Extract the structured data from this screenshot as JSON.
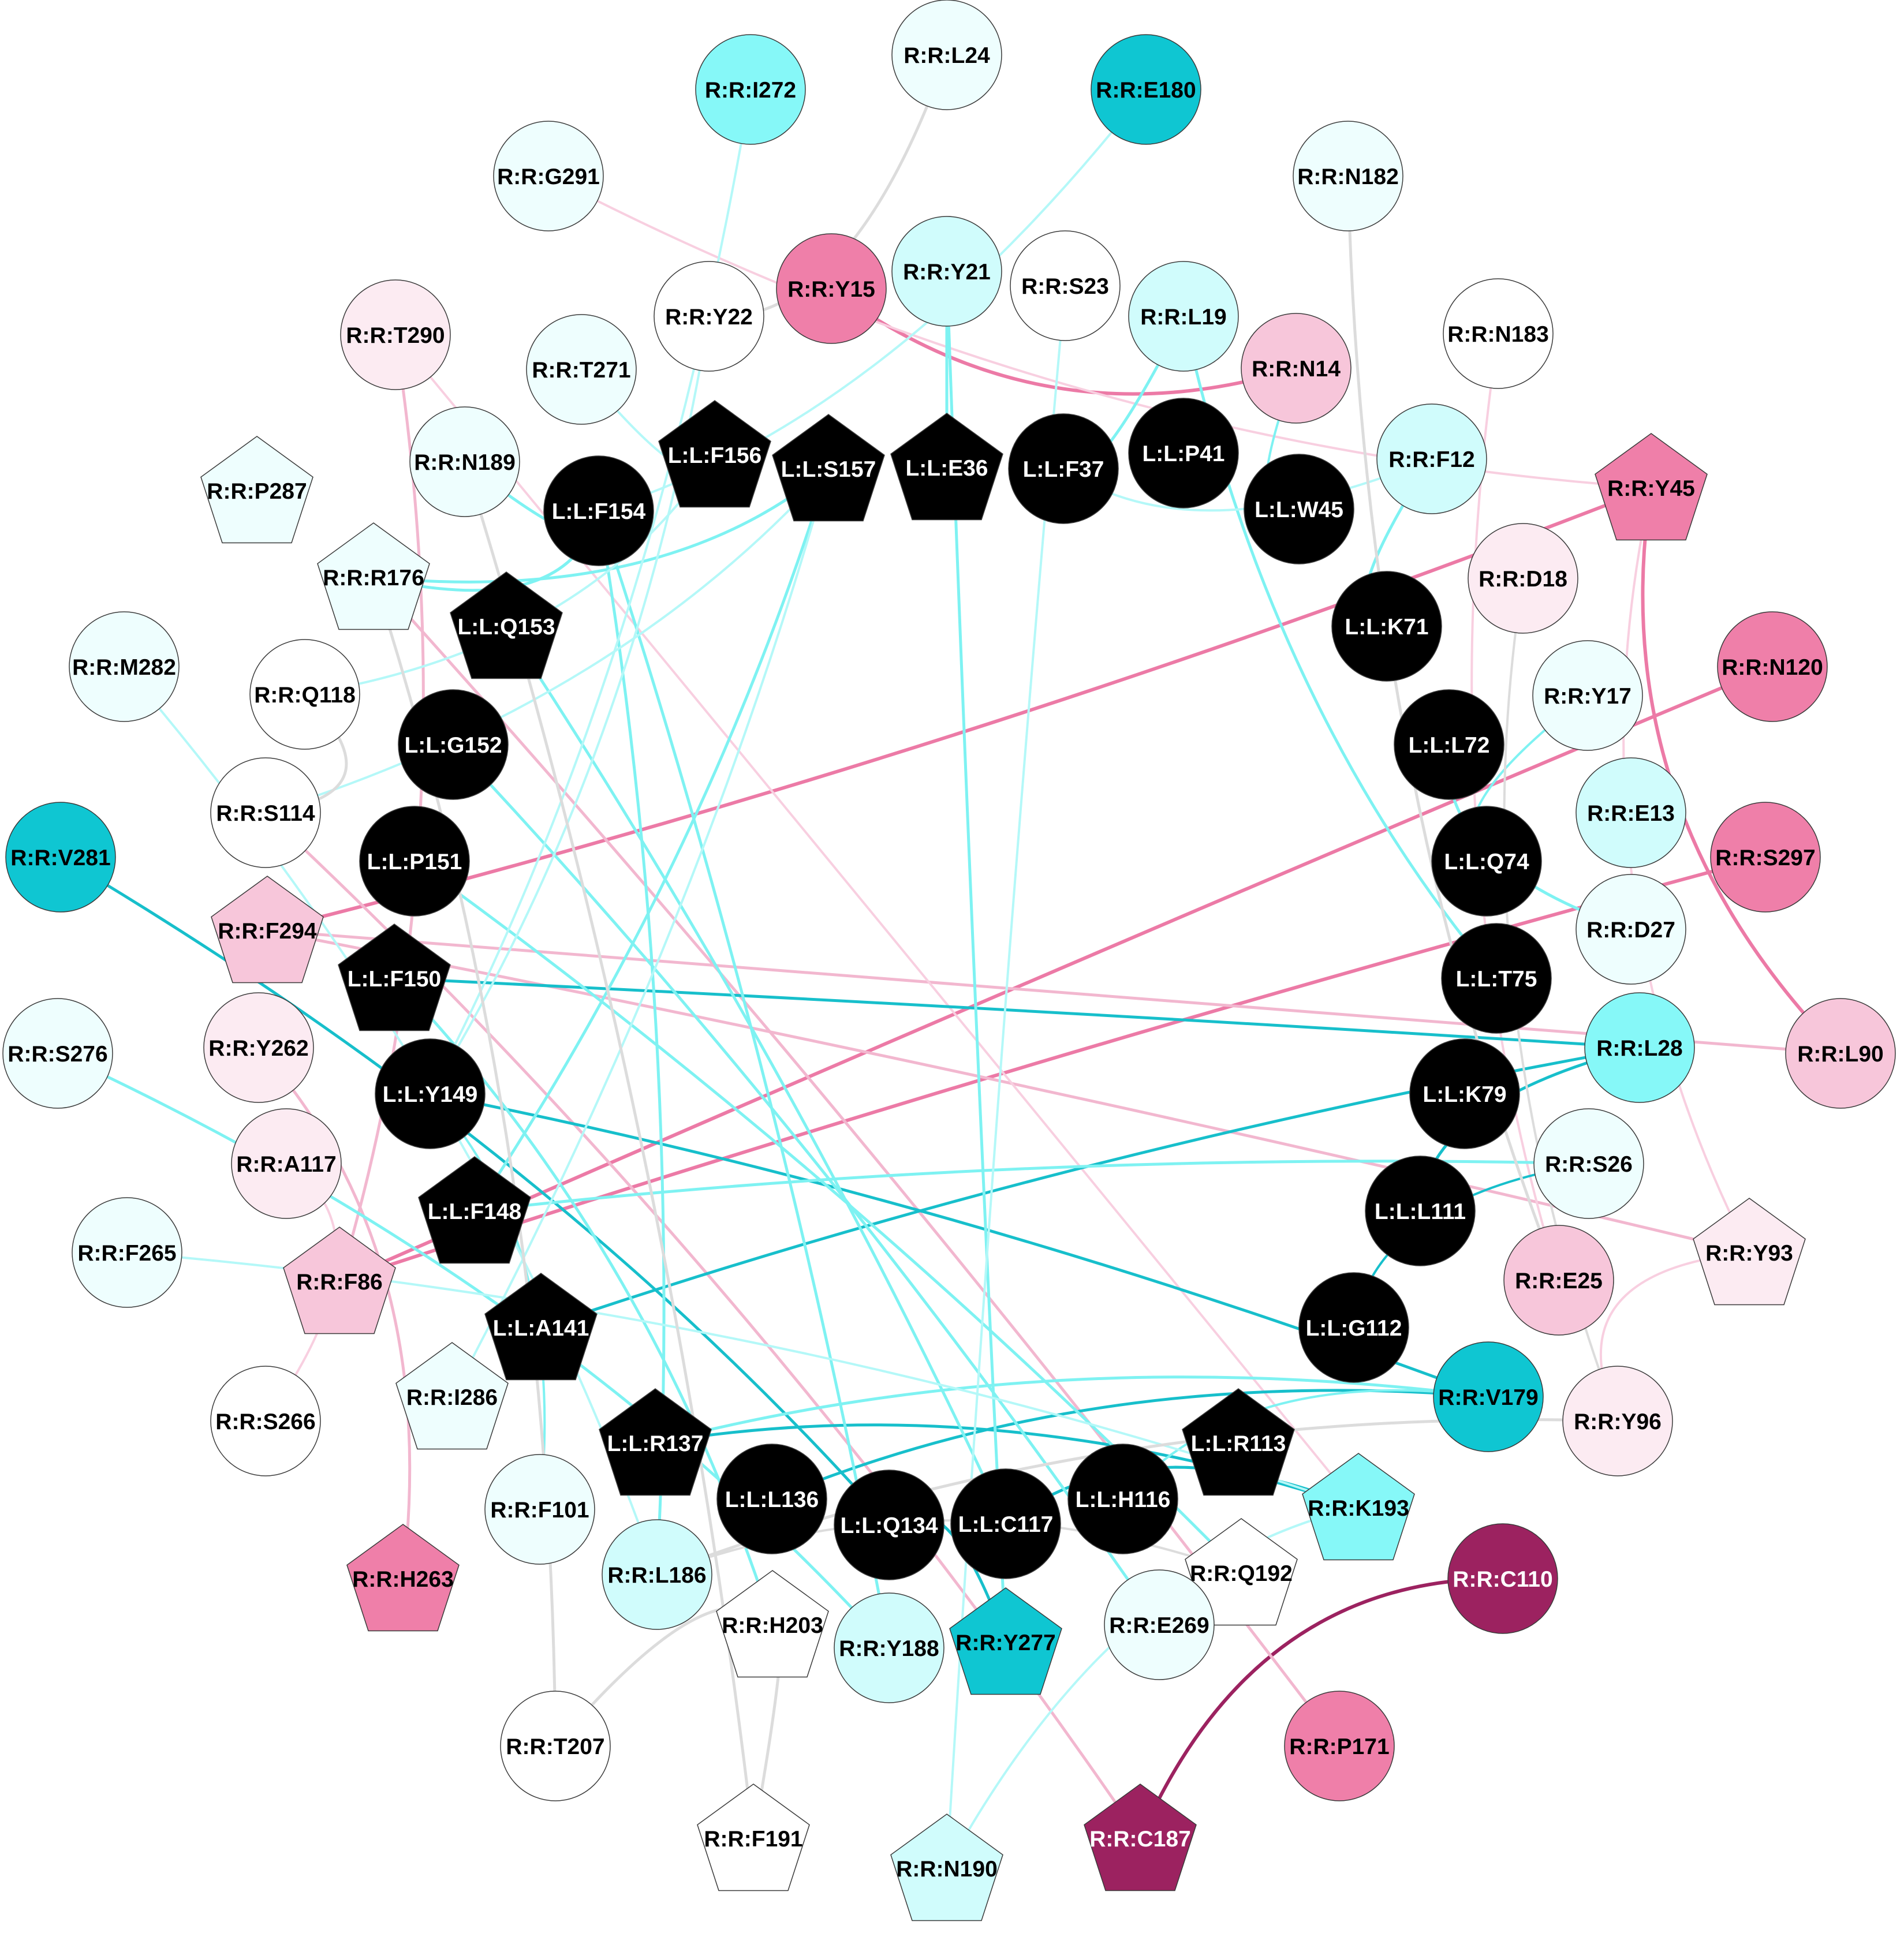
{
  "colors": {
    "black": "#000000",
    "white": "#ffffff",
    "cyan_very_light": "#eefefe",
    "cyan_light": "#d0fcfc",
    "cyan_mid": "#86f8f8",
    "cyan_dark": "#0fc6d2",
    "pink_very_light": "#fcebf2",
    "pink_light": "#f7c6da",
    "pink_mid": "#ef7fa9",
    "pink_dark": "#9c2260",
    "edge_grey": "#dcdcdc",
    "edge_cyan_light": "#b4f8f8",
    "edge_cyan": "#7ef2f2",
    "edge_teal": "#17bfcb",
    "edge_pink_light": "#f8cfe0",
    "edge_pink": "#f2b7cf",
    "edge_hotpink": "#ec7aa6",
    "edge_maroon": "#9c2260"
  },
  "nodes": [
    {
      "id": "L:L:F156",
      "shape": "pentagon",
      "fill": "black"
    },
    {
      "id": "L:L:S157",
      "shape": "pentagon",
      "fill": "black"
    },
    {
      "id": "L:L:E36",
      "shape": "pentagon",
      "fill": "black"
    },
    {
      "id": "L:L:F37",
      "shape": "circle",
      "fill": "black"
    },
    {
      "id": "L:L:P41",
      "shape": "circle",
      "fill": "black"
    },
    {
      "id": "L:L:W45",
      "shape": "circle",
      "fill": "black"
    },
    {
      "id": "L:L:F154",
      "shape": "circle",
      "fill": "black"
    },
    {
      "id": "L:L:Q153",
      "shape": "pentagon",
      "fill": "black"
    },
    {
      "id": "L:L:G152",
      "shape": "circle",
      "fill": "black"
    },
    {
      "id": "L:L:P151",
      "shape": "circle",
      "fill": "black"
    },
    {
      "id": "L:L:F150",
      "shape": "pentagon",
      "fill": "black"
    },
    {
      "id": "L:L:Y149",
      "shape": "circle",
      "fill": "black"
    },
    {
      "id": "L:L:F148",
      "shape": "pentagon",
      "fill": "black"
    },
    {
      "id": "L:L:A141",
      "shape": "pentagon",
      "fill": "black"
    },
    {
      "id": "L:L:R137",
      "shape": "pentagon",
      "fill": "black"
    },
    {
      "id": "L:L:L136",
      "shape": "circle",
      "fill": "black"
    },
    {
      "id": "L:L:Q134",
      "shape": "circle",
      "fill": "black"
    },
    {
      "id": "L:L:C117",
      "shape": "circle",
      "fill": "black"
    },
    {
      "id": "L:L:H116",
      "shape": "circle",
      "fill": "black"
    },
    {
      "id": "L:L:R113",
      "shape": "pentagon",
      "fill": "black"
    },
    {
      "id": "L:L:G112",
      "shape": "circle",
      "fill": "black"
    },
    {
      "id": "L:L:L111",
      "shape": "circle",
      "fill": "black"
    },
    {
      "id": "L:L:K79",
      "shape": "circle",
      "fill": "black"
    },
    {
      "id": "L:L:T75",
      "shape": "circle",
      "fill": "black"
    },
    {
      "id": "L:L:Q74",
      "shape": "circle",
      "fill": "black"
    },
    {
      "id": "L:L:L72",
      "shape": "circle",
      "fill": "black"
    },
    {
      "id": "L:L:K71",
      "shape": "circle",
      "fill": "black"
    },
    {
      "id": "R:R:I272",
      "shape": "circle",
      "fill": "cyan_mid"
    },
    {
      "id": "R:R:L24",
      "shape": "circle",
      "fill": "cyan_very_light"
    },
    {
      "id": "R:R:E180",
      "shape": "circle",
      "fill": "cyan_dark"
    },
    {
      "id": "R:R:G291",
      "shape": "circle",
      "fill": "cyan_very_light"
    },
    {
      "id": "R:R:N182",
      "shape": "circle",
      "fill": "cyan_very_light"
    },
    {
      "id": "R:R:Y22",
      "shape": "circle",
      "fill": "white"
    },
    {
      "id": "R:R:Y15",
      "shape": "circle",
      "fill": "pink_mid"
    },
    {
      "id": "R:R:Y21",
      "shape": "circle",
      "fill": "cyan_light"
    },
    {
      "id": "R:R:S23",
      "shape": "circle",
      "fill": "white"
    },
    {
      "id": "R:R:L19",
      "shape": "circle",
      "fill": "cyan_light"
    },
    {
      "id": "R:R:T290",
      "shape": "circle",
      "fill": "pink_very_light"
    },
    {
      "id": "R:R:T271",
      "shape": "circle",
      "fill": "cyan_very_light"
    },
    {
      "id": "R:R:N14",
      "shape": "circle",
      "fill": "pink_light"
    },
    {
      "id": "R:R:N183",
      "shape": "circle",
      "fill": "white"
    },
    {
      "id": "R:R:N189",
      "shape": "circle",
      "fill": "cyan_very_light"
    },
    {
      "id": "R:R:F12",
      "shape": "circle",
      "fill": "cyan_light"
    },
    {
      "id": "R:R:P287",
      "shape": "pentagon",
      "fill": "cyan_very_light"
    },
    {
      "id": "R:R:Y45",
      "shape": "pentagon",
      "fill": "pink_mid"
    },
    {
      "id": "R:R:R176",
      "shape": "pentagon",
      "fill": "cyan_very_light"
    },
    {
      "id": "R:R:D18",
      "shape": "circle",
      "fill": "pink_very_light"
    },
    {
      "id": "R:R:M282",
      "shape": "circle",
      "fill": "cyan_very_light"
    },
    {
      "id": "R:R:Q118",
      "shape": "circle",
      "fill": "white"
    },
    {
      "id": "R:R:N120",
      "shape": "circle",
      "fill": "pink_mid"
    },
    {
      "id": "R:R:Y17",
      "shape": "circle",
      "fill": "cyan_very_light"
    },
    {
      "id": "R:R:S114",
      "shape": "circle",
      "fill": "white"
    },
    {
      "id": "R:R:E13",
      "shape": "circle",
      "fill": "cyan_light"
    },
    {
      "id": "R:R:V281",
      "shape": "circle",
      "fill": "cyan_dark"
    },
    {
      "id": "R:R:S297",
      "shape": "circle",
      "fill": "pink_mid"
    },
    {
      "id": "R:R:F294",
      "shape": "pentagon",
      "fill": "pink_light"
    },
    {
      "id": "R:R:D27",
      "shape": "circle",
      "fill": "cyan_very_light"
    },
    {
      "id": "R:R:S276",
      "shape": "circle",
      "fill": "cyan_very_light"
    },
    {
      "id": "R:R:Y262",
      "shape": "circle",
      "fill": "pink_very_light"
    },
    {
      "id": "R:R:L28",
      "shape": "circle",
      "fill": "cyan_mid"
    },
    {
      "id": "R:R:L90",
      "shape": "circle",
      "fill": "pink_light"
    },
    {
      "id": "R:R:A117",
      "shape": "circle",
      "fill": "pink_very_light"
    },
    {
      "id": "R:R:S26",
      "shape": "circle",
      "fill": "cyan_very_light"
    },
    {
      "id": "R:R:F265",
      "shape": "circle",
      "fill": "cyan_very_light"
    },
    {
      "id": "R:R:F86",
      "shape": "pentagon",
      "fill": "pink_light"
    },
    {
      "id": "R:R:E25",
      "shape": "circle",
      "fill": "pink_light"
    },
    {
      "id": "R:R:Y93",
      "shape": "pentagon",
      "fill": "pink_very_light"
    },
    {
      "id": "R:R:I286",
      "shape": "pentagon",
      "fill": "cyan_very_light"
    },
    {
      "id": "R:R:V179",
      "shape": "circle",
      "fill": "cyan_dark"
    },
    {
      "id": "R:R:Y96",
      "shape": "circle",
      "fill": "pink_very_light"
    },
    {
      "id": "R:R:S266",
      "shape": "circle",
      "fill": "white"
    },
    {
      "id": "R:R:F101",
      "shape": "circle",
      "fill": "cyan_very_light"
    },
    {
      "id": "R:R:K193",
      "shape": "pentagon",
      "fill": "cyan_mid"
    },
    {
      "id": "R:R:H263",
      "shape": "pentagon",
      "fill": "pink_mid"
    },
    {
      "id": "R:R:L186",
      "shape": "circle",
      "fill": "cyan_light"
    },
    {
      "id": "R:R:Q192",
      "shape": "pentagon",
      "fill": "white"
    },
    {
      "id": "R:R:C110",
      "shape": "circle",
      "fill": "pink_dark"
    },
    {
      "id": "R:R:H203",
      "shape": "pentagon",
      "fill": "white"
    },
    {
      "id": "R:R:Y188",
      "shape": "circle",
      "fill": "cyan_light"
    },
    {
      "id": "R:R:Y277",
      "shape": "pentagon",
      "fill": "cyan_dark"
    },
    {
      "id": "R:R:E269",
      "shape": "circle",
      "fill": "cyan_very_light"
    },
    {
      "id": "R:R:T207",
      "shape": "circle",
      "fill": "white"
    },
    {
      "id": "R:R:P171",
      "shape": "circle",
      "fill": "pink_mid"
    },
    {
      "id": "R:R:F191",
      "shape": "pentagon",
      "fill": "white"
    },
    {
      "id": "R:R:C187",
      "shape": "pentagon",
      "fill": "pink_dark"
    },
    {
      "id": "R:R:N190",
      "shape": "pentagon",
      "fill": "cyan_light"
    }
  ],
  "edges": [
    {
      "a": "R:R:Y15",
      "b": "R:R:N14",
      "color": "edge_hotpink",
      "w": 6
    },
    {
      "a": "R:R:Y45",
      "b": "R:R:F294",
      "color": "edge_hotpink",
      "w": 6
    },
    {
      "a": "R:R:Y45",
      "b": "R:R:L90",
      "color": "edge_hotpink",
      "w": 6
    },
    {
      "a": "R:R:N120",
      "b": "R:R:F86",
      "color": "edge_hotpink",
      "w": 6
    },
    {
      "a": "R:R:S297",
      "b": "R:R:F86",
      "color": "edge_hotpink",
      "w": 6
    },
    {
      "a": "R:R:C110",
      "b": "R:R:C187",
      "color": "edge_maroon",
      "w": 6
    },
    {
      "a": "R:R:T290",
      "b": "R:R:F86",
      "color": "edge_pink",
      "w": 5
    },
    {
      "a": "R:R:Y262",
      "b": "R:R:H263",
      "color": "edge_pink",
      "w": 5
    },
    {
      "a": "R:R:F294",
      "b": "R:R:L90",
      "color": "edge_pink",
      "w": 5
    },
    {
      "a": "R:R:F294",
      "b": "R:R:Y93",
      "color": "edge_pink",
      "w": 5
    },
    {
      "a": "R:R:R176",
      "b": "R:R:P171",
      "color": "edge_pink",
      "w": 5
    },
    {
      "a": "R:R:S114",
      "b": "R:R:C187",
      "color": "edge_pink",
      "w": 5
    },
    {
      "a": "R:R:Y45",
      "b": "R:R:Y93",
      "color": "edge_pink_light",
      "w": 4
    },
    {
      "a": "R:R:G291",
      "b": "R:R:Y45",
      "color": "edge_pink_light",
      "w": 4
    },
    {
      "a": "R:R:T290",
      "b": "R:R:K193",
      "color": "edge_pink_light",
      "w": 4
    },
    {
      "a": "R:R:N183",
      "b": "R:R:E25",
      "color": "edge_pink_light",
      "w": 4
    },
    {
      "a": "R:R:S266",
      "b": "R:R:A117",
      "color": "edge_pink_light",
      "w": 4
    },
    {
      "a": "R:R:Y96",
      "b": "R:R:Y93",
      "color": "edge_pink_light",
      "w": 4
    },
    {
      "a": "R:R:V281",
      "b": "L:L:Q134",
      "color": "edge_teal",
      "w": 5
    },
    {
      "a": "L:L:F150",
      "b": "R:R:L28",
      "color": "edge_teal",
      "w": 5
    },
    {
      "a": "L:L:A141",
      "b": "R:R:L28",
      "color": "edge_teal",
      "w": 5
    },
    {
      "a": "L:L:Y149",
      "b": "R:R:V179",
      "color": "edge_teal",
      "w": 5
    },
    {
      "a": "L:L:L136",
      "b": "R:R:V179",
      "color": "edge_teal",
      "w": 5
    },
    {
      "a": "L:L:R137",
      "b": "R:R:K193",
      "color": "edge_teal",
      "w": 5
    },
    {
      "a": "L:L:Q134",
      "b": "R:R:Y277",
      "color": "edge_teal",
      "w": 5
    },
    {
      "a": "L:L:C117",
      "b": "R:R:K193",
      "color": "edge_teal",
      "w": 5
    },
    {
      "a": "L:L:L111",
      "b": "R:R:L28",
      "color": "edge_teal",
      "w": 5
    },
    {
      "a": "L:L:G112",
      "b": "R:R:S26",
      "color": "edge_teal",
      "w": 4
    },
    {
      "a": "R:R:R176",
      "b": "L:L:F154",
      "color": "edge_cyan",
      "w": 5
    },
    {
      "a": "L:L:F154",
      "b": "R:R:Y188",
      "color": "edge_cyan",
      "w": 5
    },
    {
      "a": "L:L:F154",
      "b": "R:R:L186",
      "color": "edge_cyan",
      "w": 5
    },
    {
      "a": "L:L:S157",
      "b": "R:R:R176",
      "color": "edge_cyan",
      "w": 5
    },
    {
      "a": "L:L:S157",
      "b": "L:L:F148",
      "color": "edge_cyan",
      "w": 5
    },
    {
      "a": "L:L:E36",
      "b": "R:R:Y21",
      "color": "edge_cyan",
      "w": 5
    },
    {
      "a": "R:R:Y21",
      "b": "R:R:Y277",
      "color": "edge_cyan",
      "w": 5
    },
    {
      "a": "R:R:L19",
      "b": "L:L:F37",
      "color": "edge_cyan",
      "w": 5
    },
    {
      "a": "L:L:W45",
      "b": "R:R:N14",
      "color": "edge_cyan",
      "w": 4
    },
    {
      "a": "R:R:F12",
      "b": "L:L:K71",
      "color": "edge_cyan",
      "w": 5
    },
    {
      "a": "L:L:L72",
      "b": "R:R:D27",
      "color": "edge_cyan",
      "w": 5
    },
    {
      "a": "R:R:L19",
      "b": "L:L:T75",
      "color": "edge_cyan",
      "w": 5
    },
    {
      "a": "R:R:Y17",
      "b": "L:L:Q74",
      "color": "edge_cyan",
      "w": 4
    },
    {
      "a": "L:L:F148",
      "b": "R:R:S26",
      "color": "edge_cyan",
      "w": 5
    },
    {
      "a": "L:L:Q153",
      "b": "L:L:C117",
      "color": "edge_cyan",
      "w": 5
    },
    {
      "a": "L:L:G152",
      "b": "R:R:E269",
      "color": "edge_cyan",
      "w": 5
    },
    {
      "a": "L:L:P151",
      "b": "R:R:Q192",
      "color": "edge_cyan",
      "w": 5
    },
    {
      "a": "L:L:F150",
      "b": "R:R:H203",
      "color": "edge_cyan",
      "w": 5
    },
    {
      "a": "R:R:S276",
      "b": "R:R:Y188",
      "color": "edge_cyan",
      "w": 5
    },
    {
      "a": "R:R:N189",
      "b": "L:L:F154",
      "color": "edge_cyan",
      "w": 5
    },
    {
      "a": "L:L:R137",
      "b": "R:R:V179",
      "color": "edge_cyan",
      "w": 5
    },
    {
      "a": "L:L:H116",
      "b": "R:R:V179",
      "color": "edge_cyan",
      "w": 4
    },
    {
      "a": "R:R:F101",
      "b": "L:L:Y149",
      "color": "edge_cyan",
      "w": 4
    },
    {
      "a": "R:R:E180",
      "b": "L:L:F154",
      "color": "edge_cyan_light",
      "w": 4
    },
    {
      "a": "R:R:I272",
      "b": "L:L:Y149",
      "color": "edge_cyan_light",
      "w": 4
    },
    {
      "a": "R:R:M282",
      "b": "R:R:L186",
      "color": "edge_cyan_light",
      "w": 4
    },
    {
      "a": "R:R:F265",
      "b": "R:R:K193",
      "color": "edge_cyan_light",
      "w": 4
    },
    {
      "a": "R:R:I286",
      "b": "L:L:S157",
      "color": "edge_cyan_light",
      "w": 4
    },
    {
      "a": "R:R:T271",
      "b": "L:L:F156",
      "color": "edge_cyan_light",
      "w": 4
    },
    {
      "a": "R:R:Q118",
      "b": "L:L:F156",
      "color": "edge_cyan_light",
      "w": 4
    },
    {
      "a": "R:R:S23",
      "b": "R:R:N190",
      "color": "edge_cyan_light",
      "w": 4
    },
    {
      "a": "R:R:N190",
      "b": "R:R:K193",
      "color": "edge_cyan_light",
      "w": 4
    },
    {
      "a": "R:R:S114",
      "b": "L:L:S157",
      "color": "edge_cyan_light",
      "w": 4
    },
    {
      "a": "R:R:Y22",
      "b": "L:L:Y149",
      "color": "edge_cyan_light",
      "w": 4
    },
    {
      "a": "R:R:F12",
      "b": "L:L:F37",
      "color": "edge_cyan_light",
      "w": 4
    },
    {
      "a": "R:R:L24",
      "b": "R:R:Y22",
      "color": "edge_grey",
      "w": 5
    },
    {
      "a": "R:R:N182",
      "b": "R:R:E25",
      "color": "edge_grey",
      "w": 5
    },
    {
      "a": "R:R:N189",
      "b": "R:R:F191",
      "color": "edge_grey",
      "w": 5
    },
    {
      "a": "R:R:R176",
      "b": "R:R:T207",
      "color": "edge_grey",
      "w": 5
    },
    {
      "a": "R:R:H203",
      "b": "R:R:F191",
      "color": "edge_grey",
      "w": 5
    },
    {
      "a": "R:R:H203",
      "b": "R:R:T207",
      "color": "edge_grey",
      "w": 5
    },
    {
      "a": "R:R:L186",
      "b": "R:R:Y96",
      "color": "edge_grey",
      "w": 5
    },
    {
      "a": "R:R:Q118",
      "b": "R:R:S114",
      "color": "edge_grey",
      "w": 5
    },
    {
      "a": "R:R:D18",
      "b": "R:R:Y96",
      "color": "edge_grey",
      "w": 4
    },
    {
      "a": "R:R:Q192",
      "b": "R:R:L186",
      "color": "edge_grey",
      "w": 4
    }
  ]
}
